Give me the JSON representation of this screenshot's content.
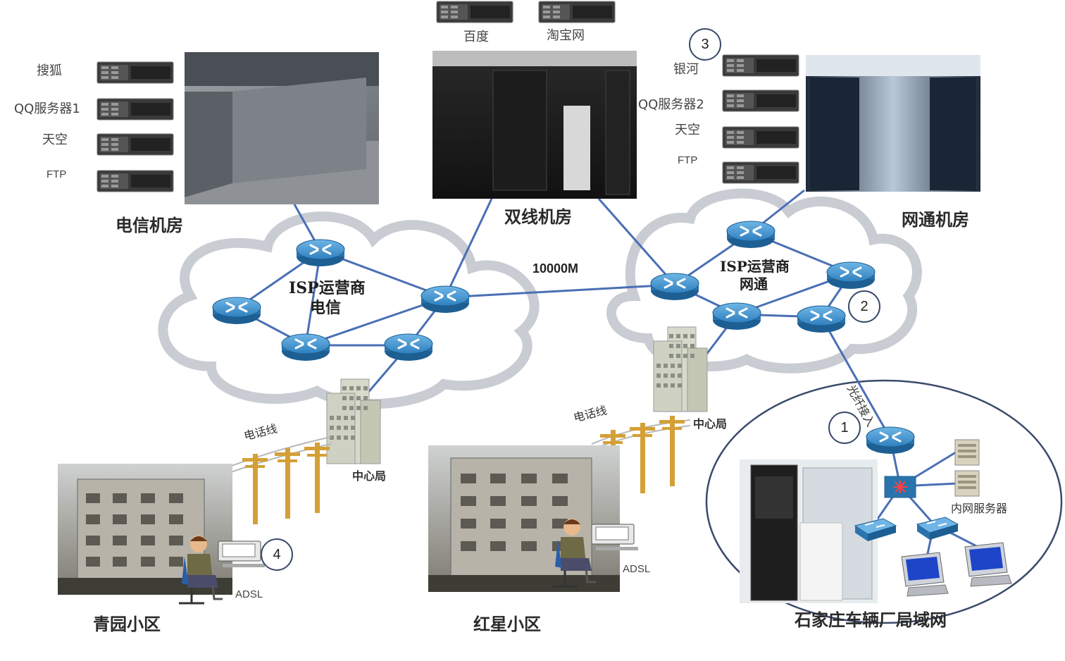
{
  "server_labels": {
    "sohu": "搜狐",
    "qq1": "QQ服务器1",
    "tiankong1": "天空",
    "ftp1": "FTP",
    "baidu": "百度",
    "taobao": "淘宝网",
    "yinhe": "银河",
    "qq2": "QQ服务器2",
    "tiankong2": "天空",
    "ftp2": "FTP"
  },
  "rooms": {
    "telecom": "电信机房",
    "dual": "双线机房",
    "netcom": "网通机房"
  },
  "isp": {
    "telecom_line1": "ISP运营商",
    "telecom_line2": "电信",
    "netcom_line1": "ISP运营商",
    "netcom_line2": "网通"
  },
  "link_speed": "10000M",
  "fiber": "光纤接入",
  "phone_line": "电话线",
  "central_office": "中心局",
  "adsl": "ADSL",
  "intranet_server": "内网服务器",
  "communities": {
    "qingyuan": "青园小区",
    "hongxing": "红星小区"
  },
  "lan_title": "石家庄车辆厂局域网",
  "badges": [
    "1",
    "2",
    "3",
    "4"
  ],
  "colors": {
    "link": "#4a6fb5",
    "cloud_fill": "#ffffff",
    "cloud_stroke": "#c9ccd2",
    "router": "#3f8fc9",
    "pole": "#d4a035",
    "building": "#d9dccd",
    "ellipse": "#3b4a6b"
  },
  "icons": [
    "server-icon",
    "router-icon",
    "switch-icon",
    "computer-icon",
    "building-icon",
    "telephone-pole-icon",
    "user-icon"
  ]
}
